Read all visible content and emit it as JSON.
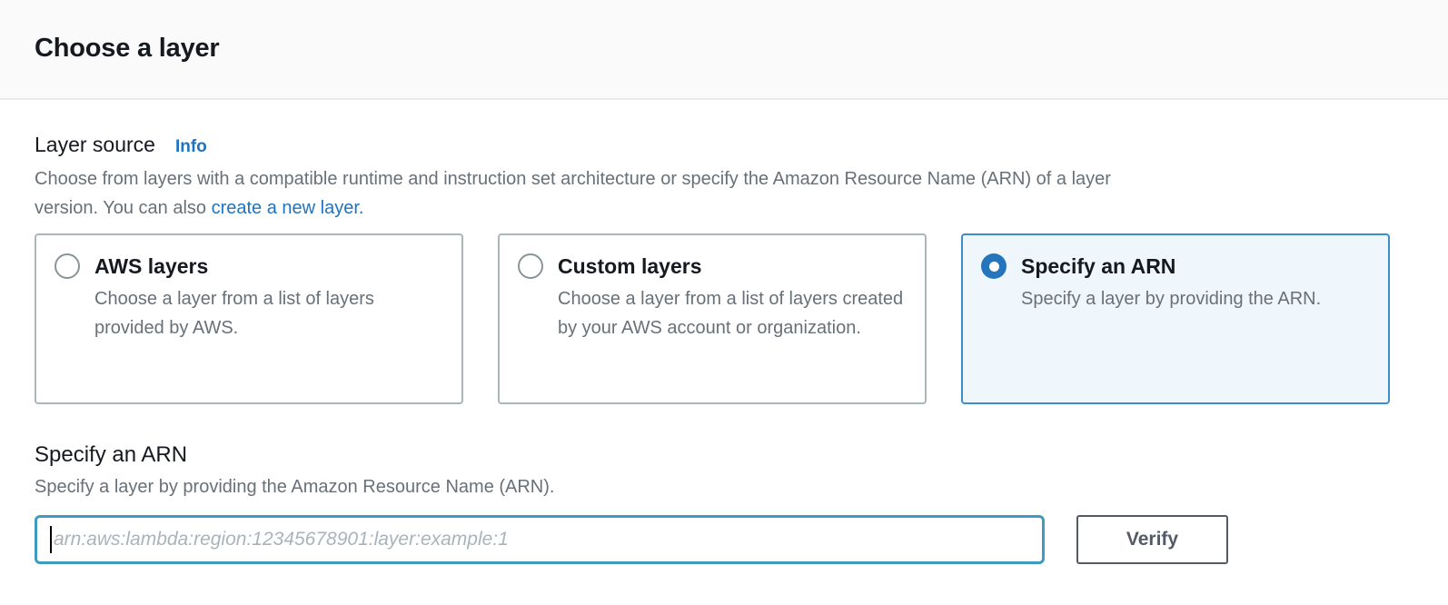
{
  "colors": {
    "accent_blue": "#2074bd",
    "radio_selected_blue": "#2575bc",
    "selected_card_border": "#3d8ec7",
    "selected_card_bg": "#f0f7fc",
    "input_focus_border": "#3f9bc0",
    "card_border_gray": "#aab7b8",
    "button_border_gray": "#545b64",
    "text_dark": "#16191f",
    "text_secondary": "#687078",
    "header_bg": "#fafafa",
    "divider": "#ebeced"
  },
  "header": {
    "title": "Choose a layer"
  },
  "layer_source": {
    "label": "Layer source",
    "info_label": "Info",
    "description_line1": "Choose from layers with a compatible runtime and instruction set architecture or specify the Amazon Resource Name (ARN) of a layer",
    "description_line2_prefix": "version. You can also ",
    "create_link": "create a new layer."
  },
  "cards": [
    {
      "title": "AWS layers",
      "description": "Choose a layer from a list of layers provided by AWS.",
      "selected": false
    },
    {
      "title": "Custom layers",
      "description": "Choose a layer from a list of layers created by your AWS account or organization.",
      "selected": false
    },
    {
      "title": "Specify an ARN",
      "description": "Specify a layer by providing the ARN.",
      "selected": true
    }
  ],
  "arn": {
    "label": "Specify an ARN",
    "description": "Specify a layer by providing the Amazon Resource Name (ARN).",
    "placeholder": "arn:aws:lambda:region:12345678901:layer:example:1",
    "value": "",
    "verify_label": "Verify"
  }
}
